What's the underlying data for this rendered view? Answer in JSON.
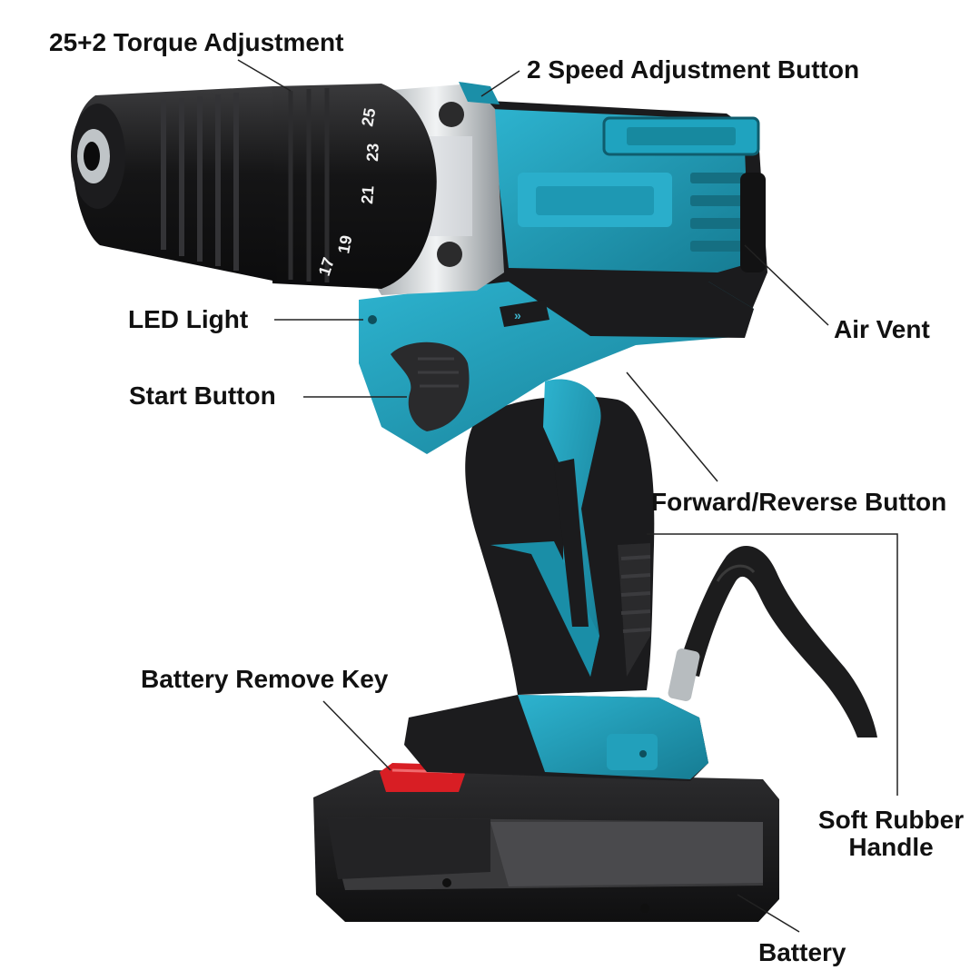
{
  "labels": {
    "torque_adjustment": "25+2 Torque Adjustment",
    "speed_adjustment": "2 Speed Adjustment Button",
    "led_light": "LED Light",
    "start_button": "Start Button",
    "air_vent": "Air Vent",
    "forward_reverse": "Forward/Reverse Button",
    "battery_remove_key": "Battery Remove Key",
    "soft_rubber_line1": "Soft Rubber",
    "soft_rubber_line2": "Handle",
    "battery": "Battery"
  },
  "torque_dial": {
    "numbers": [
      "17",
      "19",
      "21",
      "23",
      "25"
    ]
  },
  "colors": {
    "teal": "#1b8fa8",
    "teal_light": "#27a9c4",
    "body_black": "#1b1b1d",
    "rubber_dark": "#2a2a2c",
    "chrome": "#cfd3d6",
    "release_red": "#d81e24",
    "text": "#111111"
  }
}
